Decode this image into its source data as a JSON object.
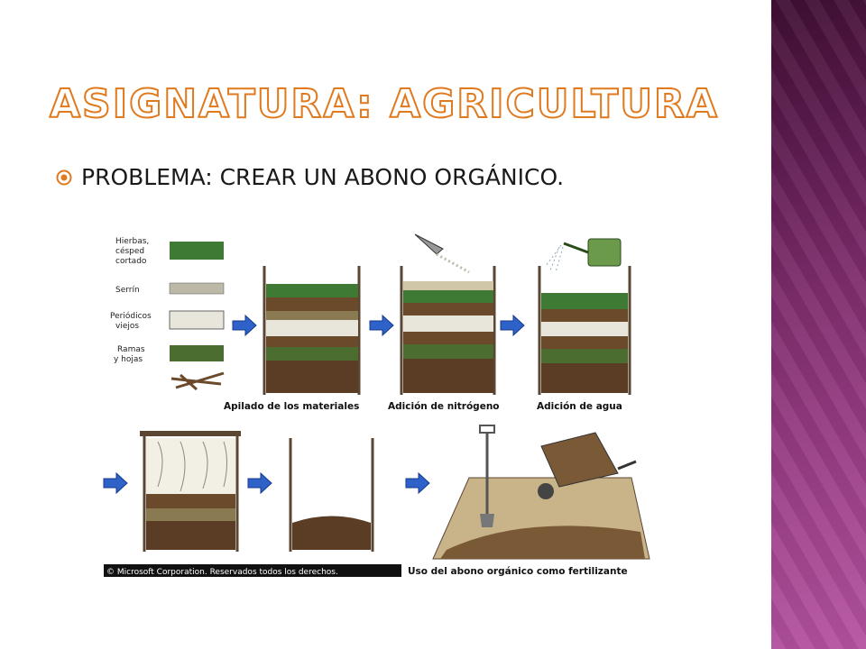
{
  "slide": {
    "title": "ASIGNATURA: AGRICULTURA",
    "bullet": "PROBLEMA: CREAR UN ABONO ORGÁNICO."
  },
  "illustration": {
    "legend": {
      "grass": [
        "Hierbas,",
        "césped",
        "cortado"
      ],
      "sawdust": "Serrín",
      "newspaper": [
        "Periódicos",
        "viejos"
      ],
      "branches": [
        "Ramas",
        "y hojas"
      ]
    },
    "captions": {
      "step1": "Apilado de los materiales",
      "step2": "Adición de nitrógeno",
      "step3": "Adición de agua",
      "use": "Uso del abono orgánico como fertilizante"
    },
    "copyright": "© Microsoft Corporation. Reservados todos los derechos."
  },
  "colors": {
    "title_outline": "#e07a1f",
    "side_band": "#7e2d6c",
    "arrow": "#2f62c8",
    "soil": "#6b4a2b",
    "grass": "#3e7a34"
  }
}
